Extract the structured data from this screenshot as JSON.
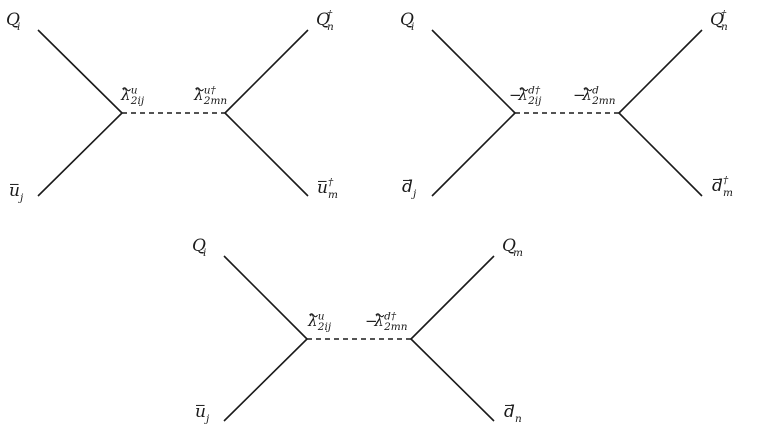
{
  "diagrams": [
    {
      "top_left": {
        "base": "Q",
        "mark": "",
        "sub": "i",
        "sup": ""
      },
      "bottom_left": {
        "base": "u",
        "mark": "bar",
        "sub": "j",
        "sup": ""
      },
      "top_right": {
        "base": "Q",
        "mark": "",
        "sub": "n",
        "sup": "†"
      },
      "bottom_right": {
        "base": "u",
        "mark": "bar",
        "sub": "m",
        "sup": "†"
      },
      "coupling_left": {
        "sign": "",
        "base": "λ",
        "sub": "2ij",
        "sup": "u"
      },
      "coupling_right": {
        "sign": "",
        "base": "λ",
        "sub": "2mn",
        "sup": "u†"
      }
    },
    {
      "top_left": {
        "base": "Q",
        "mark": "",
        "sub": "i",
        "sup": ""
      },
      "bottom_left": {
        "base": "d",
        "mark": "bar",
        "sub": "j",
        "sup": ""
      },
      "top_right": {
        "base": "Q",
        "mark": "",
        "sub": "n",
        "sup": "†"
      },
      "bottom_right": {
        "base": "d",
        "mark": "bar",
        "sub": "m",
        "sup": "†"
      },
      "coupling_left": {
        "sign": "−",
        "base": "λ",
        "sub": "2ij",
        "sup": "d†"
      },
      "coupling_right": {
        "sign": "−",
        "base": "λ",
        "sub": "2mn",
        "sup": "d"
      }
    },
    {
      "top_left": {
        "base": "Q",
        "mark": "",
        "sub": "i",
        "sup": ""
      },
      "bottom_left": {
        "base": "u",
        "mark": "bar",
        "sub": "j",
        "sup": ""
      },
      "top_right": {
        "base": "Q",
        "mark": "",
        "sub": "m",
        "sup": ""
      },
      "bottom_right": {
        "base": "d",
        "mark": "bar",
        "sub": "n",
        "sup": ""
      },
      "coupling_left": {
        "sign": "",
        "base": "λ",
        "sub": "2ij",
        "sup": "u"
      },
      "coupling_right": {
        "sign": "−",
        "base": "λ",
        "sub": "2mn",
        "sup": "d†"
      }
    }
  ]
}
